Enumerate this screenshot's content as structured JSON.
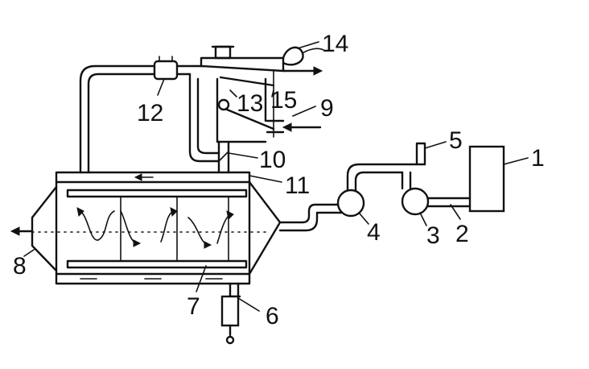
{
  "diagram": {
    "labels": {
      "n1": "1",
      "n2": "2",
      "n3": "3",
      "n4": "4",
      "n5": "5",
      "n6": "6",
      "n7": "7",
      "n8": "8",
      "n9": "9",
      "n10": "10",
      "n11": "11",
      "n12": "12",
      "n13": "13",
      "n14": "14",
      "n15": "15"
    }
  }
}
